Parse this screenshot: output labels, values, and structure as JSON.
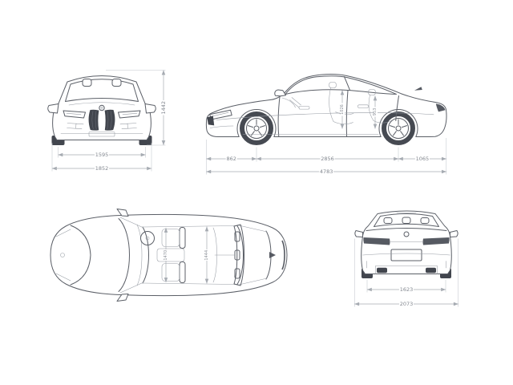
{
  "diagram": {
    "front_view": {
      "track_width": "1595",
      "overall_width": "1852",
      "overall_height": "1442"
    },
    "side_view": {
      "front_overhang": "862",
      "wheelbase": "2856",
      "rear_overhang": "1065",
      "overall_length": "4783",
      "front_headroom": "1026",
      "rear_headroom": "953"
    },
    "top_view": {
      "front_shoulder_width": "1470",
      "rear_shoulder_width": "1444"
    },
    "rear_view": {
      "track_width": "1623",
      "width_incl_mirrors": "2073"
    }
  },
  "colors": {
    "background": "#ffffff",
    "body_line": "#5b5f67",
    "detail_dark": "#42464e",
    "dimension_line": "#a6abb2",
    "dimension_text": "#82878f"
  }
}
